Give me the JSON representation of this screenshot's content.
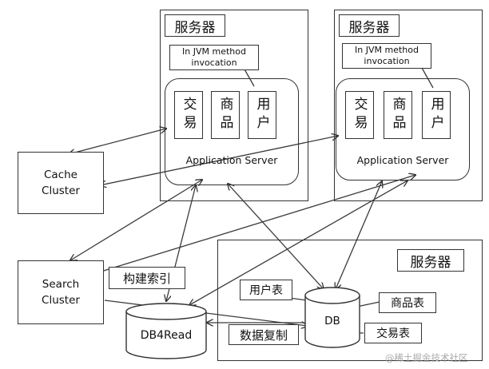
{
  "server_left": {
    "title": "服务器",
    "invocation": "In JVM method invocation",
    "modules": [
      "交易",
      "商品",
      "用户"
    ],
    "app_label": "Application Server"
  },
  "server_right": {
    "title": "服务器",
    "invocation": "In JVM method invocation",
    "modules": [
      "交易",
      "商品",
      "用户"
    ],
    "app_label": "Application Server"
  },
  "server_db": {
    "title": "服务器",
    "db_label": "DB",
    "tables": [
      "用户表",
      "商品表",
      "交易表"
    ]
  },
  "cache_cluster": {
    "line1": "Cache",
    "line2": "Cluster"
  },
  "search_cluster": {
    "line1": "Search",
    "line2": "Cluster"
  },
  "db4read": {
    "label": "DB4Read"
  },
  "annotations": {
    "build_index": "构建索引",
    "data_replication": "数据复制"
  },
  "watermark": "@稀土掘金技术社区"
}
